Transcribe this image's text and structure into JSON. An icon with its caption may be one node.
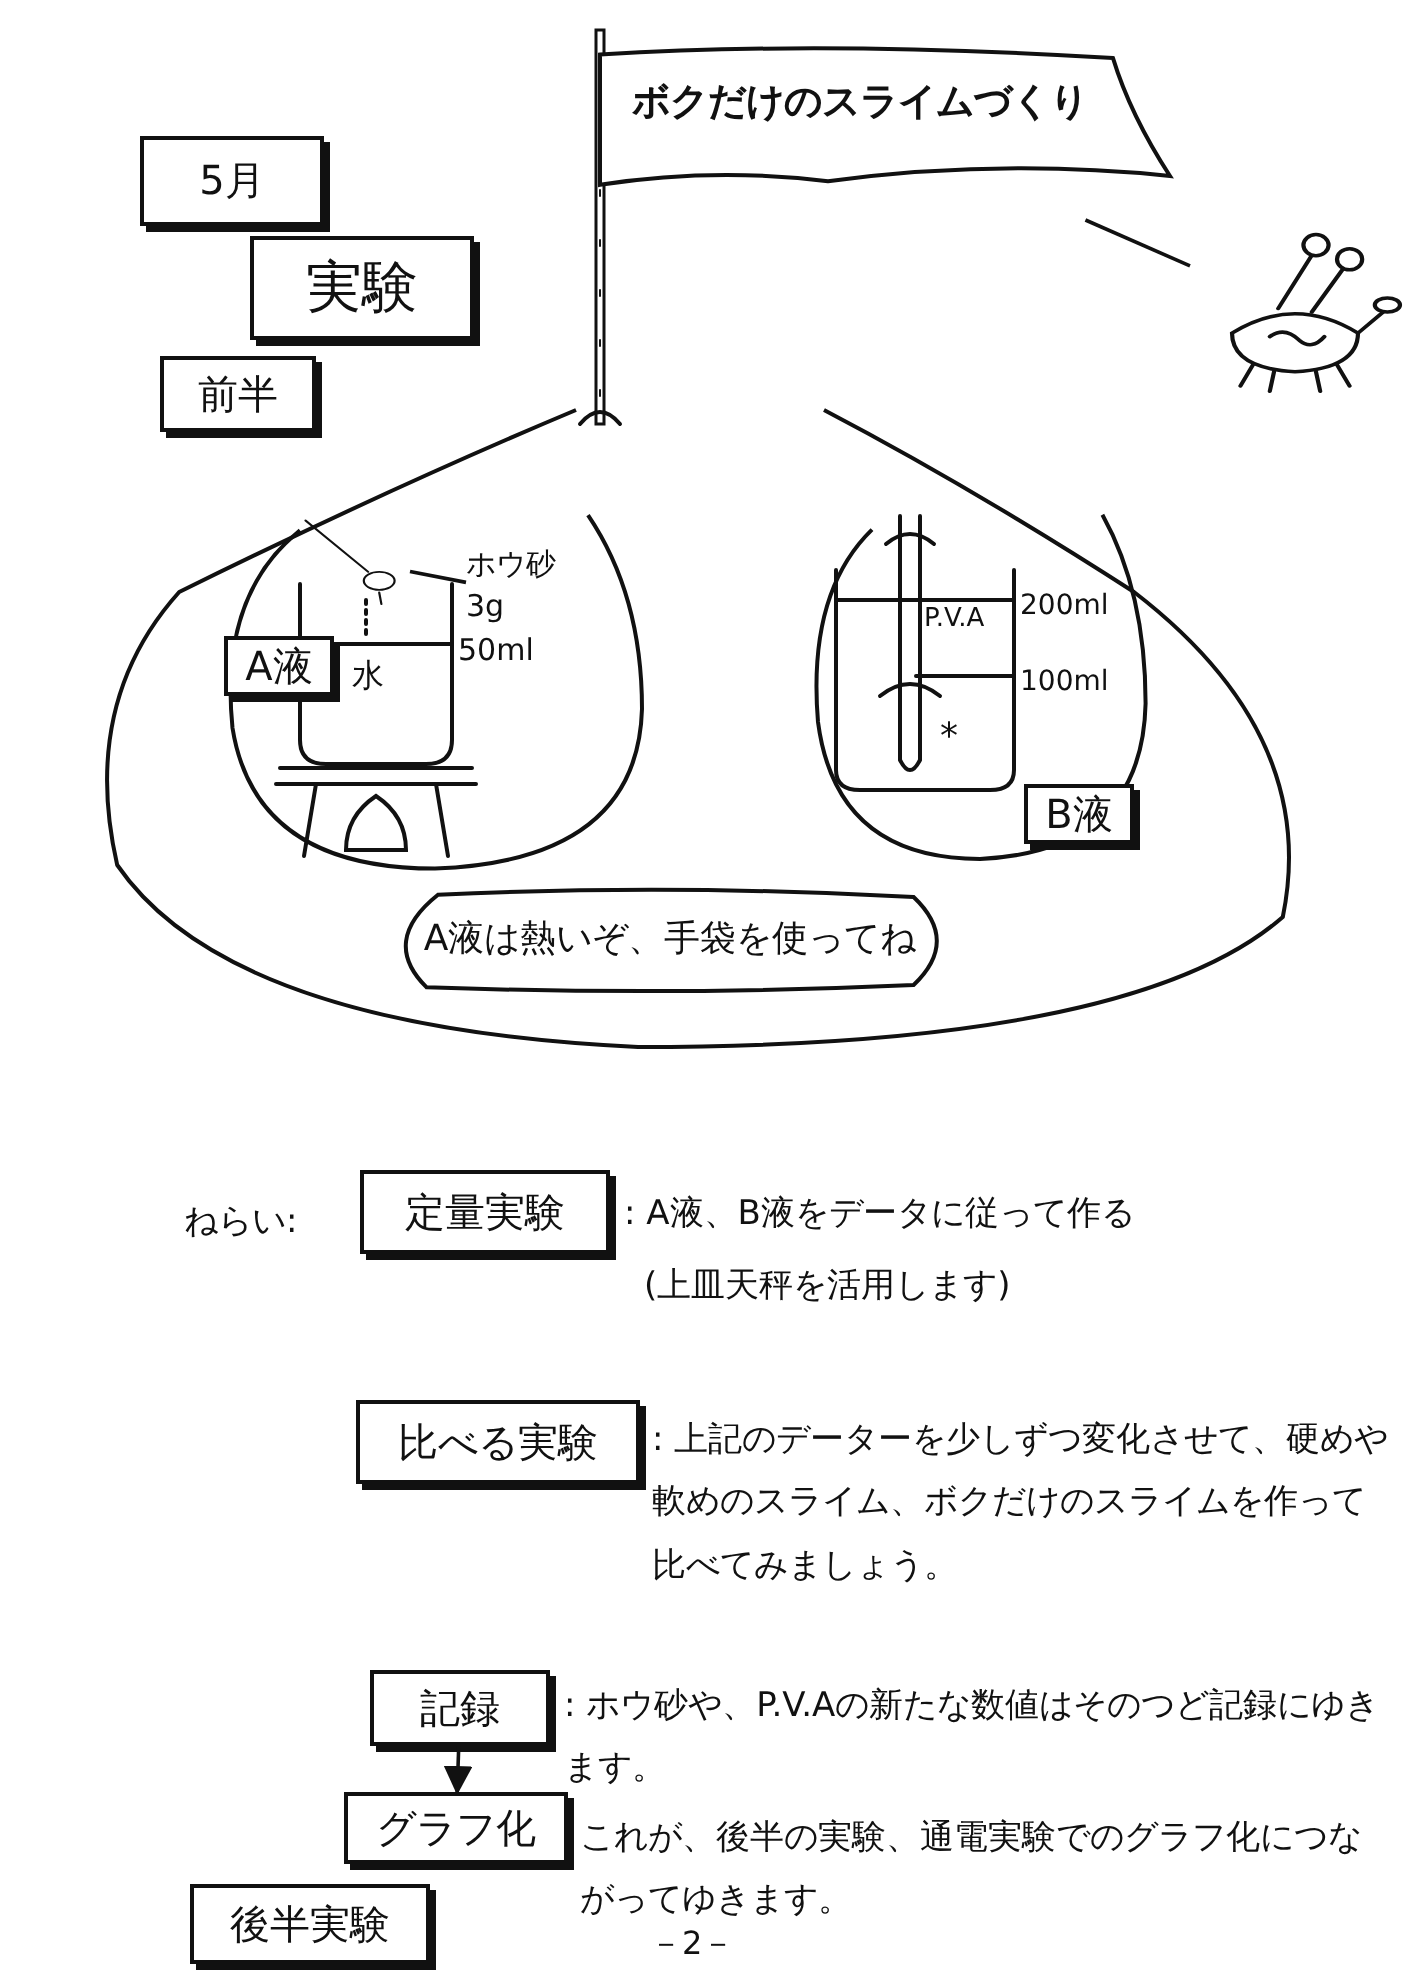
{
  "diagram": {
    "nodes": [
      {
        "text": [
          "5月"
        ]
      },
      {
        "text": [
          "実験"
        ]
      },
      {
        "text": [
          "前半"
        ]
      },
      {
        "text": [
          "ボクだけのスライムづくり"
        ]
      },
      {
        "text": [],
        "shape": "picture"
      },
      {
        "text": [],
        "shape": "cloud"
      },
      {
        "text": [],
        "shape": "cloud",
        "in": 5
      },
      {
        "text": [
          "A液"
        ],
        "in": 6
      },
      {
        "text": [
          "ホウ砂3g"
        ],
        "in": 6
      },
      {
        "text": [],
        "shape": "picture",
        "in": 6
      },
      {
        "text": [],
        "shape": "cloud",
        "in": 5
      },
      {
        "text": [
          "B液"
        ],
        "in": 10
      },
      {
        "text": [
          "A液は熱いぞ、手袋を使ってね"
        ],
        "in": 5
      },
      {
        "text": [
          "定量実験"
        ]
      },
      {
        "text": [
          "比べる実験"
        ]
      },
      {
        "text": [
          "記録"
        ]
      },
      {
        "text": [
          "グラフ化"
        ]
      },
      {
        "text": [
          "後半実験"
        ]
      }
    ],
    "edges": [
      {
        "from": 3,
        "to": 4,
        "arrow": "none"
      },
      {
        "from": 8,
        "to": 9,
        "arrow": "none"
      },
      {
        "from": 15,
        "to": 16,
        "arrow": "to"
      }
    ],
    "labels": [
      "水",
      "50ml",
      "P.V.A",
      "200ml",
      "100ml",
      "*",
      "ねらい:",
      ": A液、B液をデータに従って作る",
      "(上皿天秤を活用します)",
      ": 上記のデーターを少しずつ変化させて、硬めや軟めのスライム、ボクだけのスライムを作って比べてみましょう。",
      ": ホウ砂や、P.V.Aの新たな数値はそのつど記録にゆきます。",
      "これが、後半の実験、通電実験でのグラフ化につながってゆきます。",
      "－2－"
    ]
  }
}
